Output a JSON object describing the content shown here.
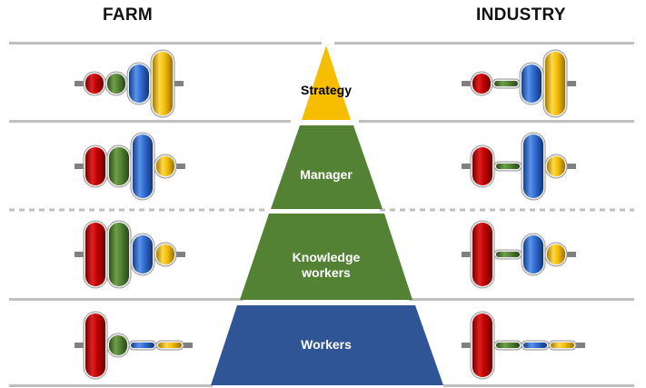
{
  "columns": {
    "left_title": "FARM",
    "right_title": "INDUSTRY"
  },
  "levels": [
    {
      "label_lines": [
        "Strategy"
      ],
      "color": "#F7BE00",
      "text_color": "#000000"
    },
    {
      "label_lines": [
        "Manager"
      ],
      "color": "#548235",
      "text_color": "#FFFFFF"
    },
    {
      "label_lines": [
        "Knowledge",
        "workers"
      ],
      "color": "#548235",
      "text_color": "#FFFFFF"
    },
    {
      "label_lines": [
        "Workers"
      ],
      "color": "#2F5597",
      "text_color": "#FFFFFF"
    }
  ],
  "bead_colors": {
    "red": "#C00000",
    "green": "#548235",
    "blue": "#2E6BD1",
    "yellow": "#F5BE00"
  },
  "rows": {
    "farm": [
      [
        "small",
        "small",
        "medium",
        "large"
      ],
      [
        "medium",
        "medium",
        "large",
        "small"
      ],
      [
        "large",
        "large",
        "medium",
        "small"
      ],
      [
        "large",
        "small",
        "flat",
        "flat"
      ]
    ],
    "industry": [
      [
        "small",
        "flat",
        "medium",
        "large"
      ],
      [
        "medium",
        "flat",
        "large",
        "small"
      ],
      [
        "large",
        "flat",
        "medium",
        "small"
      ],
      [
        "large",
        "flat",
        "flat",
        "flat"
      ]
    ]
  }
}
